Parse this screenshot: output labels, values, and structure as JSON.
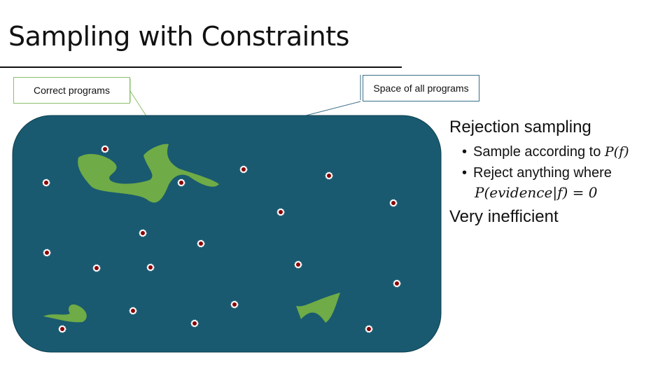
{
  "title": "Sampling with Constraints",
  "callouts": {
    "correct": "Correct programs",
    "space": "Space of all programs"
  },
  "side": {
    "heading": "Rejection sampling",
    "bullet1_text": "Sample according to ",
    "bullet1_math": "P(f)",
    "bullet2_text": "Reject anything where",
    "bullet2_math": "P(evidence|f) = 0",
    "conclusion": "Very inefficient"
  },
  "colors": {
    "space": "#195a70",
    "correct": "#6fab46",
    "sample": "#8b0000"
  }
}
